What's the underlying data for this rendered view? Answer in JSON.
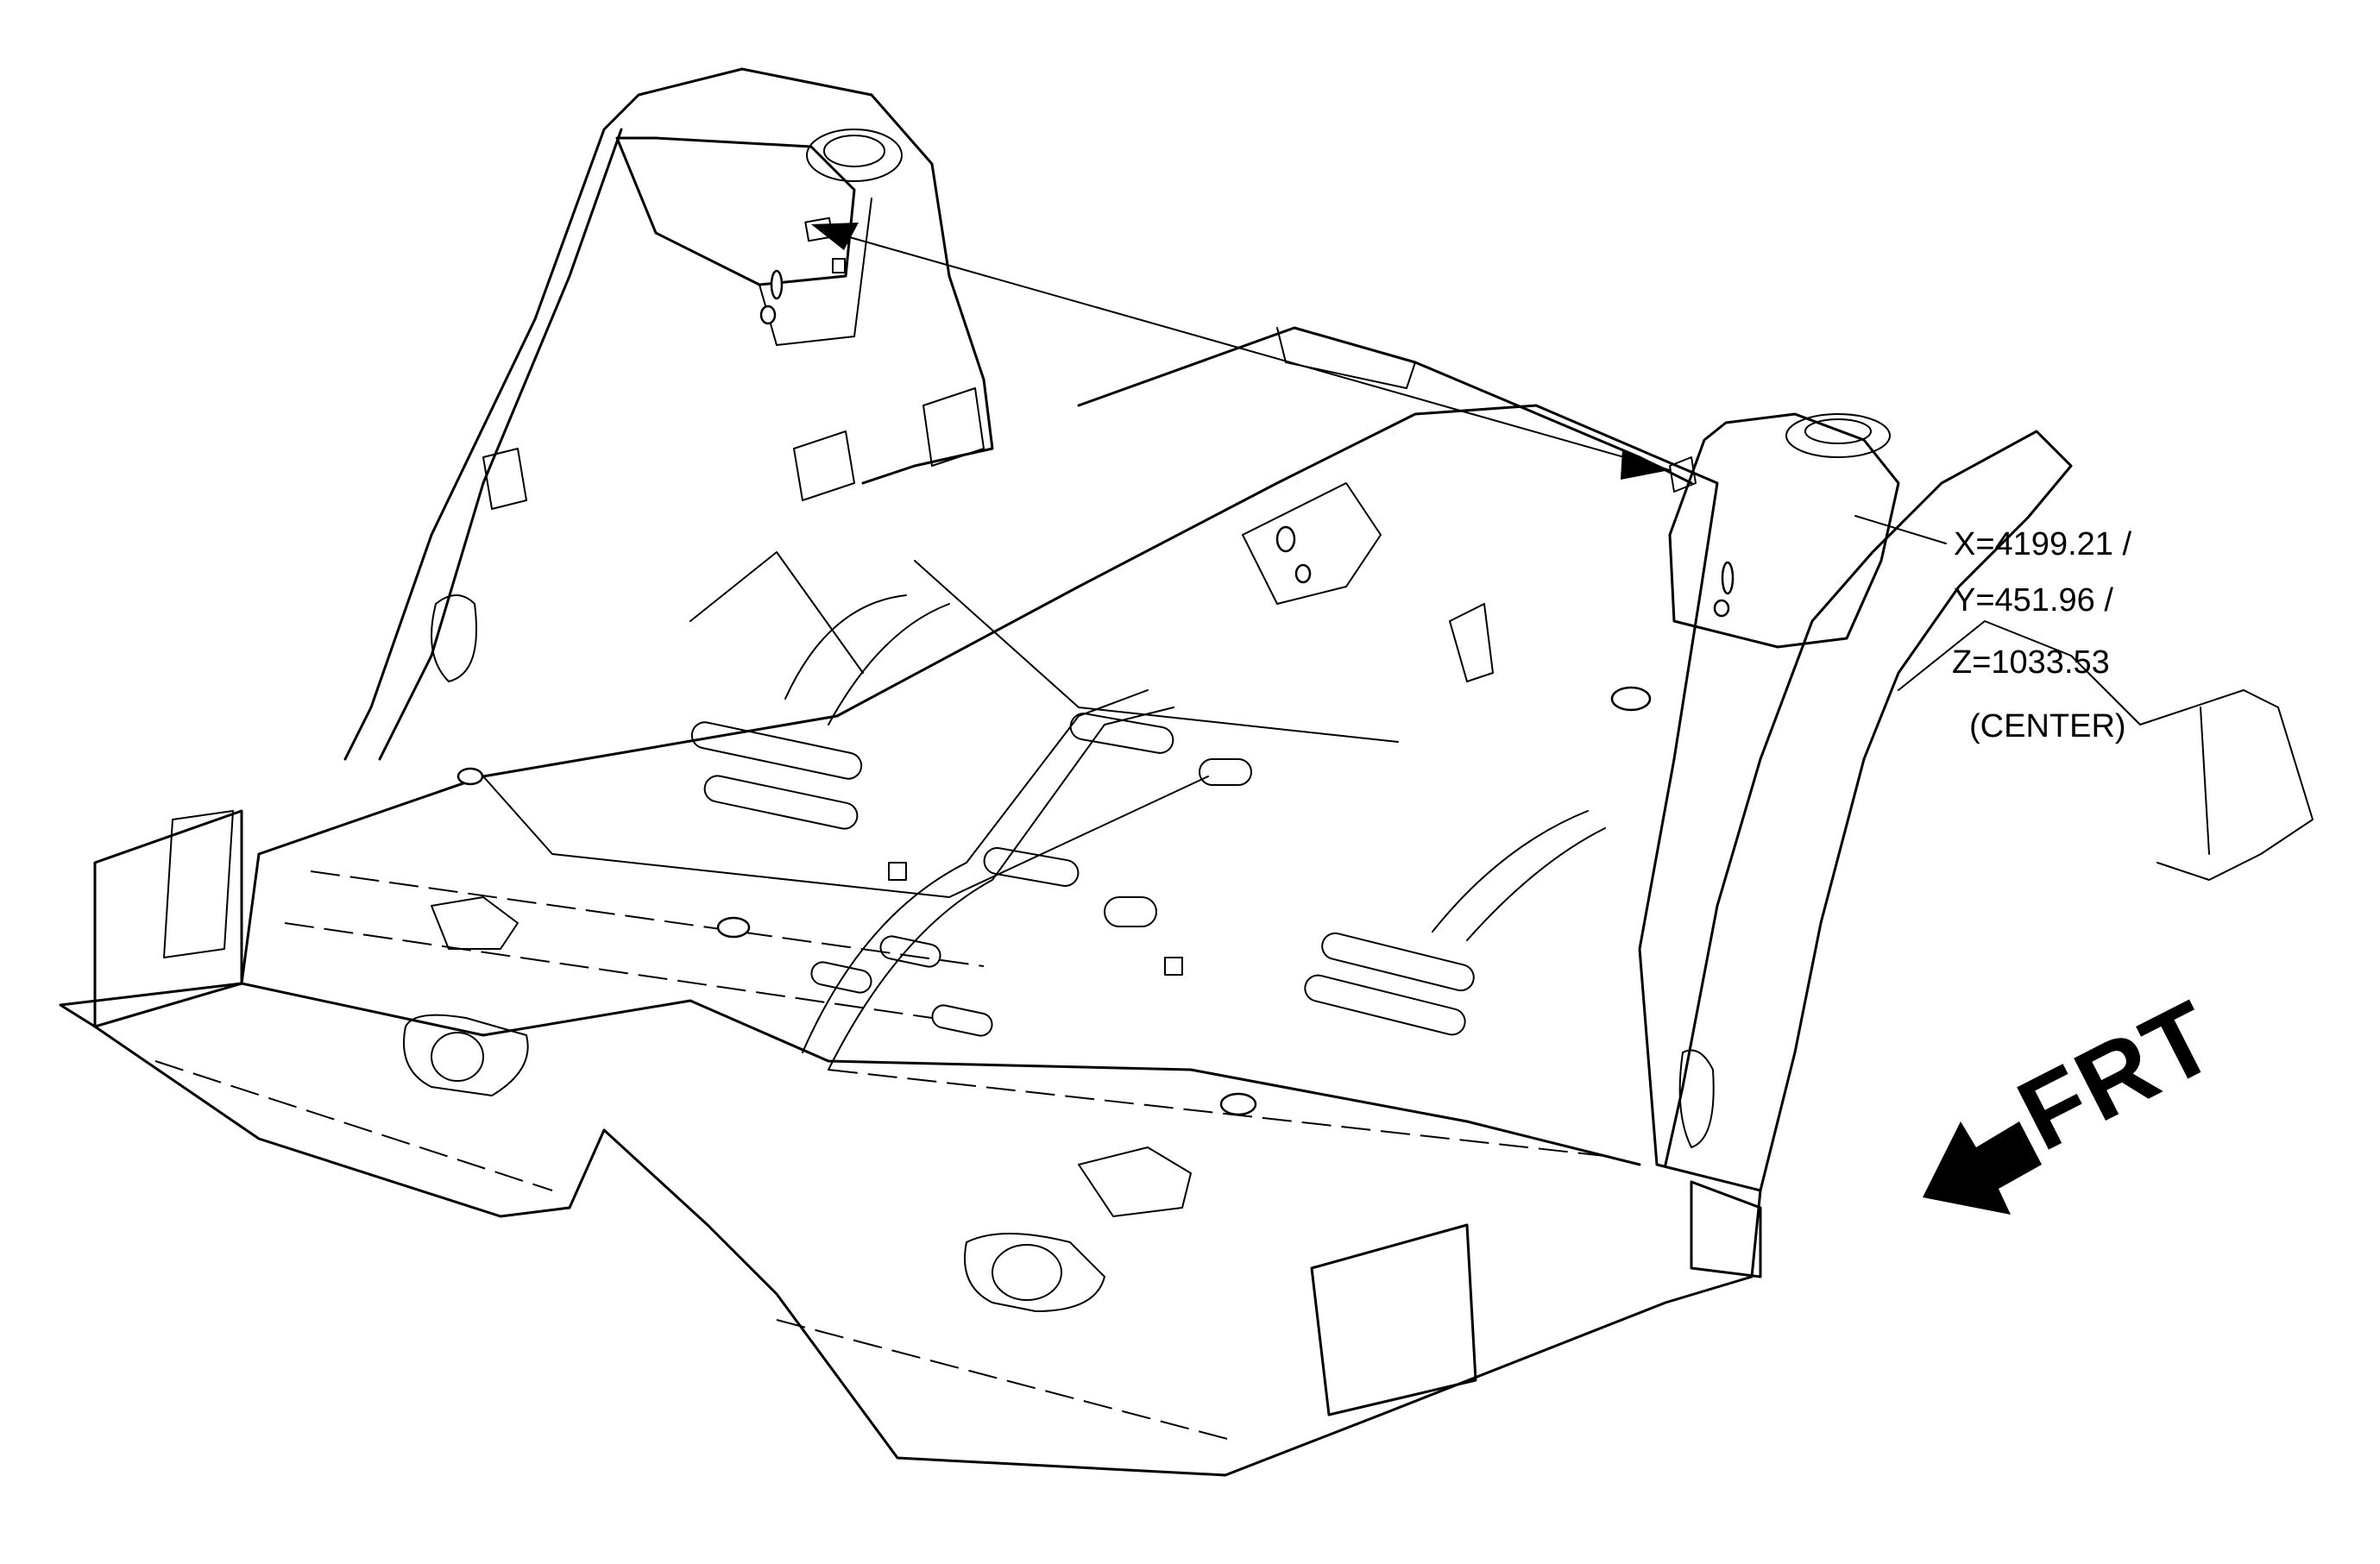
{
  "callout": {
    "x": "X=4199.21 /",
    "y": "Y=451.96 /",
    "z": "Z=1033.53",
    "note": "(CENTER)"
  },
  "direction": {
    "label": "FRT"
  },
  "icons": {
    "leader_arrow": "arrowhead-icon",
    "front_arrow": "front-direction-arrow-icon"
  }
}
